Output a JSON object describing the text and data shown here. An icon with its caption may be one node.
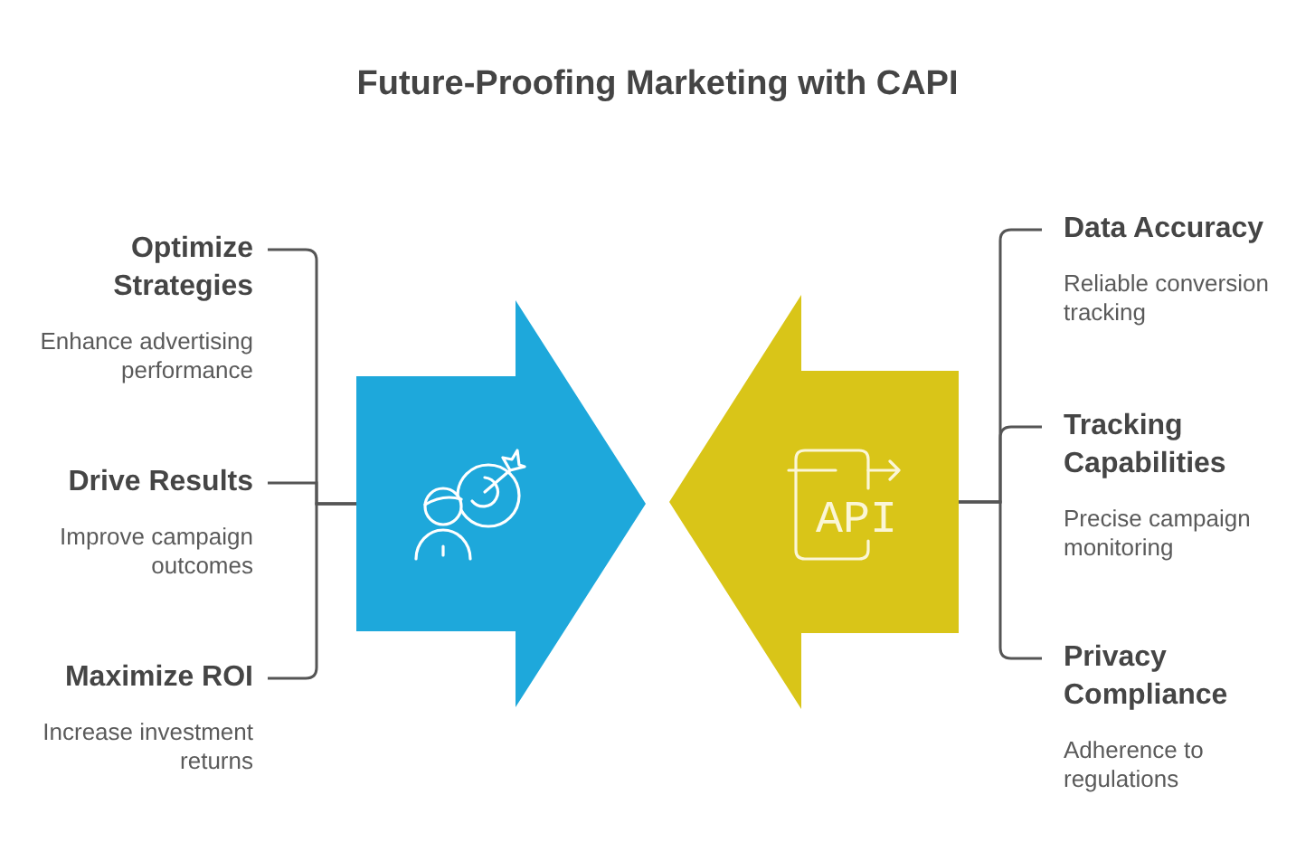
{
  "diagram": {
    "title": "Future-Proofing Marketing with CAPI",
    "nodes": [
      {
        "text": [
          "Optimize Strategies",
          "Enhance advertising performance"
        ]
      },
      {
        "text": [
          "Drive Results",
          "Improve campaign outcomes"
        ]
      },
      {
        "text": [
          "Maximize ROI",
          "Increase investment returns"
        ]
      },
      {
        "text": [],
        "shape": "arrow"
      },
      {
        "text": [
          "API"
        ]
      },
      {
        "text": [
          "Data Accuracy",
          "Reliable conversion tracking"
        ]
      },
      {
        "text": [
          "Tracking Capabilities",
          "Precise campaign monitoring"
        ]
      },
      {
        "text": [
          "Privacy Compliance",
          "Adherence to regulations"
        ]
      }
    ],
    "edges": [
      {
        "from": 0,
        "to": 3,
        "arrow": "none"
      },
      {
        "from": 1,
        "to": 3,
        "arrow": "none"
      },
      {
        "from": 2,
        "to": 3,
        "arrow": "none"
      },
      {
        "from": 4,
        "to": 5,
        "arrow": "none"
      },
      {
        "from": 4,
        "to": 6,
        "arrow": "none"
      },
      {
        "from": 4,
        "to": 7,
        "arrow": "none"
      }
    ]
  }
}
